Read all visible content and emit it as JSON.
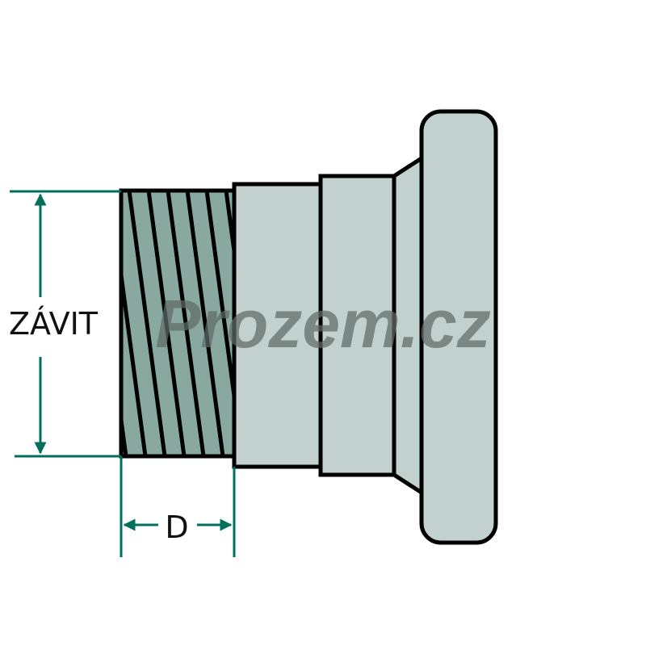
{
  "diagram": {
    "dimension_thread_label": "ZÁVIT",
    "dimension_length_label": "D",
    "watermark": "Prozem.cz"
  },
  "colors": {
    "dimension": "#00705c",
    "thread_fill": "#89a9a0",
    "body_fill": "#c2d1ce",
    "outline": "#000000",
    "watermark": "#5f6b66"
  }
}
